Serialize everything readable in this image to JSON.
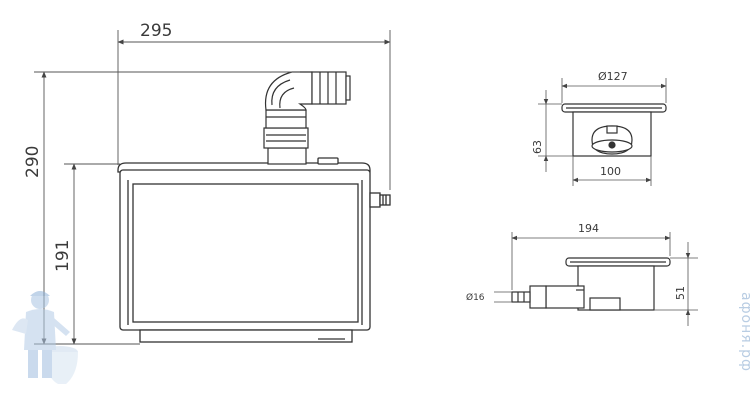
{
  "drawing": {
    "front_view": {
      "width_label": "295",
      "total_height_label": "290",
      "body_height_label": "191"
    },
    "pump_top_view": {
      "diameter_label": "Ø127",
      "height_label": "63",
      "width_label": "100"
    },
    "pump_side_view": {
      "length_label": "194",
      "height_label": "51",
      "outlet_diameter_label": "Ø16"
    },
    "watermark": {
      "text": "афоня.рф"
    }
  },
  "colors": {
    "line": "#333333",
    "dim_line": "#555555",
    "watermark": "#b9cde3"
  }
}
